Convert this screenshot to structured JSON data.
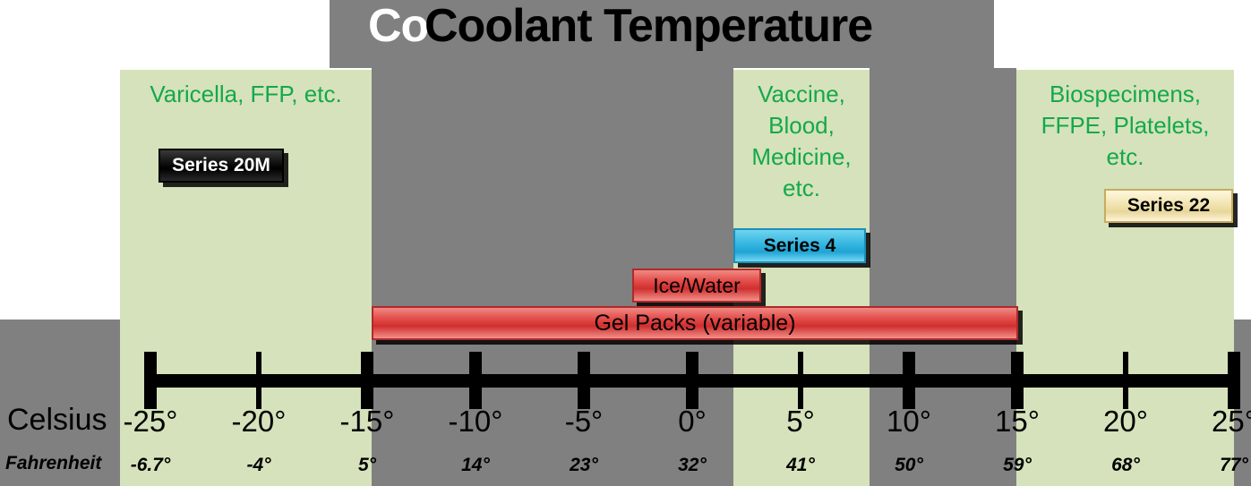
{
  "title": {
    "ghost_text": "Co",
    "main_text": "Coolant Temperature"
  },
  "zones": [
    {
      "id": "cold",
      "label": "Varicella, FFP, etc."
    },
    {
      "id": "fridge",
      "label": "Vaccine,\nBlood,\nMedicine,\netc."
    },
    {
      "id": "room",
      "label": "Biospecimens,\nFFPE, Platelets,\netc."
    }
  ],
  "badges": {
    "series_20m": "Series 20M",
    "series_22": "Series 22",
    "series_4": "Series 4"
  },
  "coolant_bars": {
    "ice_water": "Ice/Water",
    "gel_packs": "Gel Packs (variable)"
  },
  "axis": {
    "celsius_row_title": "Celsius",
    "fahrenheit_row_title": "Fahrenheit",
    "celsius_labels": [
      "-25°",
      "-20°",
      "-15°",
      "-10°",
      "-5°",
      "0°",
      "5°",
      "10°",
      "15°",
      "20°",
      "25°"
    ],
    "fahrenheit_labels": [
      "-6.7°",
      "-4°",
      "5°",
      "14°",
      "23°",
      "32°",
      "41°",
      "50°",
      "59°",
      "68°",
      "77°"
    ]
  },
  "chart_data": {
    "type": "bar",
    "title": "Coolant Temperature",
    "xlabel": "Celsius",
    "ylabel": "",
    "grid": false,
    "legend": "none",
    "x": [
      -25,
      -20,
      -15,
      -10,
      -5,
      0,
      5,
      10,
      15,
      20,
      25
    ],
    "x_tick_labels_celsius": [
      "-25°",
      "-20°",
      "-15°",
      "-10°",
      "-5°",
      "0°",
      "5°",
      "10°",
      "15°",
      "20°",
      "25°"
    ],
    "x_tick_labels_fahrenheit": [
      "-6.7°",
      "-4°",
      "5°",
      "14°",
      "23°",
      "32°",
      "41°",
      "50°",
      "59°",
      "68°",
      "77°"
    ],
    "xlim": [
      -25,
      25
    ],
    "tick_weights": [
      "major",
      "minor",
      "major",
      "major",
      "major",
      "major",
      "minor",
      "major",
      "major",
      "minor",
      "major"
    ],
    "bands": [
      {
        "name": "Varicella, FFP, etc.",
        "start_c": -25,
        "end_c": -13.5,
        "color": "#d6e2bb"
      },
      {
        "name": "Vaccine, Blood, Medicine, etc.",
        "start_c": 3.2,
        "end_c": 9.5,
        "color": "#d6e2bb"
      },
      {
        "name": "Biospecimens, FFPE, Platelets, etc.",
        "start_c": 16,
        "end_c": 25,
        "color": "#d6e2bb"
      }
    ],
    "series": [
      {
        "name": "Series 20M",
        "start_c": -23.3,
        "end_c": -17.5,
        "color": "#000000",
        "row": 1
      },
      {
        "name": "Series 22",
        "start_c": 20,
        "end_c": 25,
        "color": "#f3e6b5",
        "row": 2
      },
      {
        "name": "Series 4",
        "start_c": 3.2,
        "end_c": 9.3,
        "color": "#35b6e0",
        "row": 3
      },
      {
        "name": "Ice/Water",
        "start_c": -0.8,
        "end_c": 5.1,
        "color": "#e44d4a",
        "row": 4
      },
      {
        "name": "Gel Packs (variable)",
        "start_c": -15,
        "end_c": 14.8,
        "color": "#e44d4a",
        "row": 5
      }
    ]
  }
}
